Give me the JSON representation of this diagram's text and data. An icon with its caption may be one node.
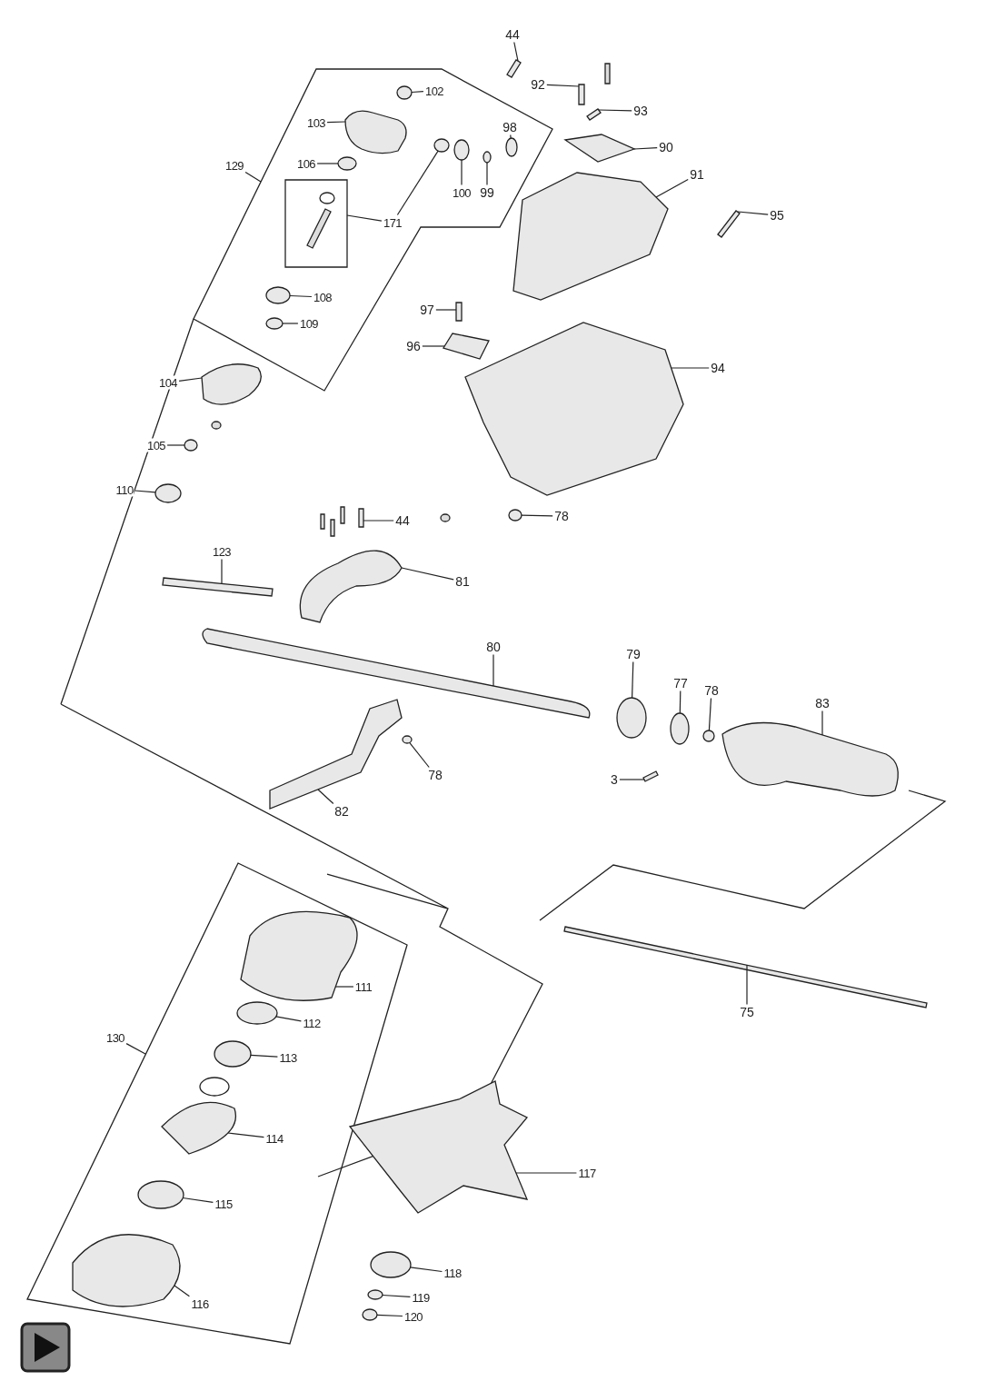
{
  "diagram": {
    "nodes": [
      {
        "text": [
          "44"
        ]
      },
      {
        "text": [
          "102"
        ],
        "in": 53
      },
      {
        "text": [
          "92"
        ]
      },
      {
        "text": [
          "93"
        ]
      },
      {
        "text": [
          "103"
        ],
        "in": 53
      },
      {
        "text": [
          "98"
        ],
        "in": 53
      },
      {
        "text": [
          "90"
        ]
      },
      {
        "text": [
          "129"
        ]
      },
      {
        "text": [
          "106"
        ],
        "in": 53
      },
      {
        "text": [
          "91"
        ]
      },
      {
        "text": [
          "100"
        ],
        "in": 53
      },
      {
        "text": [
          "99"
        ],
        "in": 53
      },
      {
        "text": [
          "171"
        ],
        "in": 53
      },
      {
        "text": [
          "95"
        ]
      },
      {
        "text": [
          "108"
        ],
        "in": 53
      },
      {
        "text": [
          "97"
        ]
      },
      {
        "text": [
          "109"
        ],
        "in": 53
      },
      {
        "text": [
          "96"
        ]
      },
      {
        "text": [
          "94"
        ]
      },
      {
        "text": [
          "104"
        ]
      },
      {
        "text": [
          "105"
        ]
      },
      {
        "text": [
          "110"
        ]
      },
      {
        "text": [
          "78"
        ]
      },
      {
        "text": [
          "44"
        ]
      },
      {
        "text": [
          "123"
        ]
      },
      {
        "text": [
          "81"
        ]
      },
      {
        "text": [
          "80"
        ]
      },
      {
        "text": [
          "79"
        ]
      },
      {
        "text": [
          "77"
        ]
      },
      {
        "text": [
          "78"
        ]
      },
      {
        "text": [
          "83"
        ]
      },
      {
        "text": [
          "3"
        ]
      },
      {
        "text": [
          "78"
        ]
      },
      {
        "text": [
          "82"
        ]
      },
      {
        "text": [
          "111"
        ],
        "in": 83
      },
      {
        "text": [
          "112"
        ],
        "in": 83
      },
      {
        "text": [
          "130"
        ]
      },
      {
        "text": [
          "113"
        ],
        "in": 83
      },
      {
        "text": [
          "114"
        ],
        "in": 83
      },
      {
        "text": [
          "117"
        ]
      },
      {
        "text": [
          "115"
        ],
        "in": 83
      },
      {
        "text": [
          "118"
        ]
      },
      {
        "text": [
          "119"
        ]
      },
      {
        "text": [
          "116"
        ],
        "in": 83
      },
      {
        "text": [
          "120"
        ]
      },
      {
        "text": [
          "75"
        ]
      },
      {
        "text": [],
        "shape": "box"
      },
      {
        "text": [],
        "shape": "circle",
        "in": 53
      },
      {
        "text": [],
        "shape": "box"
      },
      {
        "text": [],
        "shape": "box"
      },
      {
        "text": [],
        "shape": "box",
        "in": 53
      },
      {
        "text": [],
        "shape": "circle",
        "in": 53
      },
      {
        "text": [],
        "shape": "box"
      },
      {
        "text": [],
        "shape": "box"
      },
      {
        "text": [],
        "shape": "circle",
        "in": 53
      },
      {
        "text": [],
        "shape": "box"
      },
      {
        "text": [],
        "shape": "circle",
        "in": 53
      },
      {
        "text": [],
        "shape": "circle",
        "in": 53
      },
      {
        "text": [],
        "shape": "box",
        "in": 53
      },
      {
        "text": [],
        "shape": "circle",
        "in": 53
      },
      {
        "text": [],
        "shape": "box"
      },
      {
        "text": [],
        "shape": "circle",
        "in": 53
      },
      {
        "text": [],
        "shape": "box"
      },
      {
        "text": [],
        "shape": "circle",
        "in": 53
      },
      {
        "text": [],
        "shape": "box"
      },
      {
        "text": [],
        "shape": "box"
      },
      {
        "text": [],
        "shape": "box"
      },
      {
        "text": [],
        "shape": "circle"
      },
      {
        "text": [],
        "shape": "circle"
      },
      {
        "text": [],
        "shape": "circle"
      },
      {
        "text": [],
        "shape": "box"
      },
      {
        "text": [],
        "shape": "box"
      },
      {
        "text": [],
        "shape": "box"
      },
      {
        "text": [],
        "shape": "box"
      },
      {
        "text": [],
        "shape": "circle"
      },
      {
        "text": [],
        "shape": "circle"
      },
      {
        "text": [],
        "shape": "circle"
      },
      {
        "text": [],
        "shape": "box"
      },
      {
        "text": [],
        "shape": "box"
      },
      {
        "text": [],
        "shape": "circle"
      },
      {
        "text": [],
        "shape": "box"
      },
      {
        "text": [],
        "shape": "box",
        "in": 83
      },
      {
        "text": [],
        "shape": "circle",
        "in": 83
      },
      {
        "text": [],
        "shape": "box"
      },
      {
        "text": [],
        "shape": "circle",
        "in": 83
      },
      {
        "text": [],
        "shape": "box",
        "in": 83
      },
      {
        "text": [],
        "shape": "box"
      },
      {
        "text": [],
        "shape": "circle",
        "in": 83
      },
      {
        "text": [],
        "shape": "circle"
      },
      {
        "text": [],
        "shape": "circle"
      },
      {
        "text": [],
        "shape": "box",
        "in": 83
      },
      {
        "text": [],
        "shape": "circle"
      },
      {
        "text": [],
        "shape": "box"
      }
    ],
    "edges": [
      {
        "from": 0,
        "to": 46,
        "arrow": "none"
      },
      {
        "from": 1,
        "to": 47,
        "arrow": "none"
      },
      {
        "from": 2,
        "to": 48,
        "arrow": "none"
      },
      {
        "from": 3,
        "to": 49,
        "arrow": "none"
      },
      {
        "from": 4,
        "to": 50,
        "arrow": "none"
      },
      {
        "from": 5,
        "to": 51,
        "arrow": "none"
      },
      {
        "from": 6,
        "to": 52,
        "arrow": "none"
      },
      {
        "from": 7,
        "to": 53,
        "arrow": "none"
      },
      {
        "from": 8,
        "to": 54,
        "arrow": "none"
      },
      {
        "from": 9,
        "to": 55,
        "arrow": "none"
      },
      {
        "from": 10,
        "to": 56,
        "arrow": "none"
      },
      {
        "from": 11,
        "to": 57,
        "arrow": "none"
      },
      {
        "from": 12,
        "to": 58,
        "arrow": "none"
      },
      {
        "from": 12,
        "to": 59,
        "arrow": "none"
      },
      {
        "from": 13,
        "to": 60,
        "arrow": "none"
      },
      {
        "from": 14,
        "to": 61,
        "arrow": "none"
      },
      {
        "from": 15,
        "to": 62,
        "arrow": "none"
      },
      {
        "from": 16,
        "to": 63,
        "arrow": "none"
      },
      {
        "from": 17,
        "to": 64,
        "arrow": "none"
      },
      {
        "from": 18,
        "to": 65,
        "arrow": "none"
      },
      {
        "from": 19,
        "to": 66,
        "arrow": "none"
      },
      {
        "from": 20,
        "to": 67,
        "arrow": "none"
      },
      {
        "from": 21,
        "to": 68,
        "arrow": "none"
      },
      {
        "from": 22,
        "to": 69,
        "arrow": "none"
      },
      {
        "from": 23,
        "to": 70,
        "arrow": "none"
      },
      {
        "from": 24,
        "to": 71,
        "arrow": "none"
      },
      {
        "from": 25,
        "to": 72,
        "arrow": "none"
      },
      {
        "from": 26,
        "to": 73,
        "arrow": "none"
      },
      {
        "from": 27,
        "to": 74,
        "arrow": "none"
      },
      {
        "from": 28,
        "to": 75,
        "arrow": "none"
      },
      {
        "from": 29,
        "to": 76,
        "arrow": "none"
      },
      {
        "from": 30,
        "to": 77,
        "arrow": "none"
      },
      {
        "from": 31,
        "to": 78,
        "arrow": "none"
      },
      {
        "from": 32,
        "to": 79,
        "arrow": "none"
      },
      {
        "from": 33,
        "to": 80,
        "arrow": "none"
      },
      {
        "from": 34,
        "to": 81,
        "arrow": "none"
      },
      {
        "from": 35,
        "to": 82,
        "arrow": "none"
      },
      {
        "from": 36,
        "to": 83,
        "arrow": "none"
      },
      {
        "from": 37,
        "to": 84,
        "arrow": "none"
      },
      {
        "from": 38,
        "to": 85,
        "arrow": "none"
      },
      {
        "from": 39,
        "to": 86,
        "arrow": "none"
      },
      {
        "from": 40,
        "to": 87,
        "arrow": "none"
      },
      {
        "from": 41,
        "to": 88,
        "arrow": "none"
      },
      {
        "from": 42,
        "to": 89,
        "arrow": "none"
      },
      {
        "from": 43,
        "to": 90,
        "arrow": "none"
      },
      {
        "from": 44,
        "to": 91,
        "arrow": "none"
      },
      {
        "from": 45,
        "to": 92,
        "arrow": "none"
      }
    ]
  }
}
